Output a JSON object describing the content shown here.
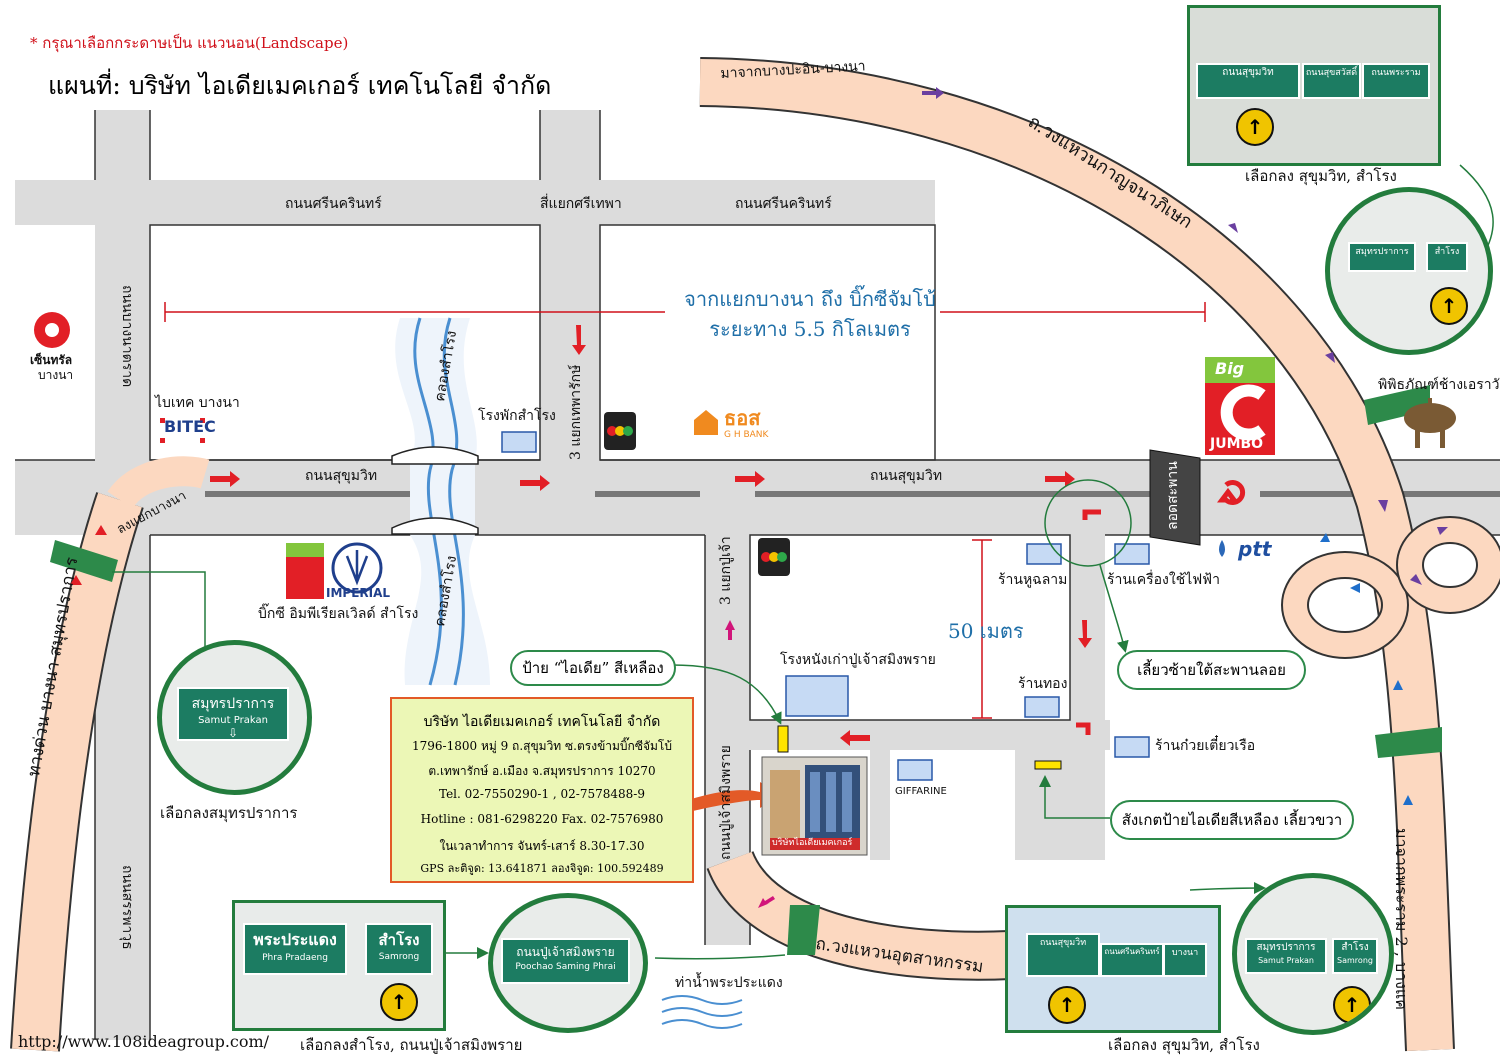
{
  "note": "* กรุณาเลือกกระดาษเป็น แนวนอน(Landscape)",
  "title": "แผนที่: บริษัท ไอเดียเมคเกอร์ เทคโนโลยี จำกัด",
  "distance": {
    "line1": "จากแยกบางนา ถึง บิ๊กซีจัมโบ้",
    "line2": "ระยะทาง 5.5 กิโลเมตร"
  },
  "roads": {
    "srinakarin_left": "ถนนศรีนครินทร์",
    "srinakarin_right": "ถนนศรีนครินทร์",
    "sithepha": "สี่แยกศรีเทพา",
    "sukhumvit_left": "ถนนสุขุมวิท",
    "sukhumvit_right": "ถนนสุขุมวิท",
    "bangna_trad": "ถนนบางนาตราด",
    "sanphawut": "ถนนสรรพาวุธ",
    "thepharak": "3 แยกเทพารักษ์",
    "pu_chao": "3 แยกปู่เจ้า",
    "pu_chao_road": "ถนนปู่เจ้าสมิงพราย",
    "bangna_intersection": "ลงแยกบางนา",
    "expressway": "ทางด่วน บางนา-สมุทรปราการ",
    "ring_kanchana": "ถ.วงแหวนกาญจนาภิเษก",
    "from_bangpa_in": "มาจากบางปะอิน-บางนา",
    "ring_industrial": "ถ.วงแหวนอุตสาหกรรม",
    "from_rama2": "มาจากพระราม 2 , บางแค",
    "under_bridge": "ลอดสะพาน",
    "canal_top": "คลองสำโรง",
    "canal_bottom": "คลองสำโรง",
    "pier": "ท่าน้ำพระประแดง"
  },
  "landmarks": {
    "central": "เซ็นทรัล",
    "central_sub": "บางนา",
    "bitec_label": "ไบเทค บางนา",
    "bitec_logo": "BITEC",
    "samrong_hospital": "โรงพักสำโรง",
    "gh_bank": "ธอส",
    "gh_bank_sub": "G H BANK",
    "bigc_jumbo_top": "Big",
    "bigc_jumbo": "JUMBO",
    "erawan": "พิพิธภัณฑ์ช้างเอราวัณ",
    "ptt": "ptt",
    "imperial_logo": "IMPERIAL",
    "bigc_imperial": "บิ๊กซี อิมพีเรียลเวิลด์ สำโรง",
    "hu_chalam": "ร้านหูฉลาม",
    "electric_shop": "ร้านเครื่องใช้ไฟฟ้า",
    "fifty_m": "50 เมตร",
    "gold_shop": "ร้านทอง",
    "old_cinema": "โรงหนังเก่าปู่เจ้าสมิงพราย",
    "noodle_shop": "ร้านก๋วยเตี๋ยวเรือ",
    "giffarine": "GIFFARINE",
    "building_sign": "บริษัทไอเดียเมคเกอร์"
  },
  "bubbles": {
    "yellow_sign": "ป้าย “ไอเดีย” สีเหลือง",
    "turn_left": "เลี้ยวซ้ายใต้สะพานลอย",
    "turn_right": "สังเกตป้ายไอเดียสีเหลือง เลี้ยวขวา"
  },
  "company": {
    "name": "บริษัท ไอเดียเมคเกอร์ เทคโนโลยี จำกัด",
    "address1": "1796-1800 หมู่ 9 ถ.สุขุมวิท ซ.ตรงข้ามบิ๊กซีจัมโบ้",
    "address2": "ต.เทพารักษ์ อ.เมือง จ.สมุทรปราการ 10270",
    "tel": "Tel. 02-7550290-1 , 02-7578488-9",
    "hotline": "Hotline : 081-6298220 Fax. 02-7576980",
    "hours": "ในเวลาทำการ จันทร์-เสาร์ 8.30-17.30",
    "gps": "GPS ละติจูด: 13.641871 ลองจิจูด: 100.592489"
  },
  "signs": {
    "samut_prakan_th": "สมุทรปราการ",
    "samut_prakan_en": "Samut Prakan",
    "phra_pradaeng_th": "พระประแดง",
    "phra_pradaeng_en": "Phra Pradaeng",
    "samrong_th": "สำโรง",
    "samrong_en": "Samrong",
    "poochao_th": "ถนนปู่เจ้าสมิงพราย",
    "poochao_en": "Poochao Saming Phrai",
    "sukhumvit_sign": "ถนนสุขุมวิท",
    "sukhumvit_sign_2": "ถนนสุขุมวิท",
    "srinakarin_sign": "ถนนศรีนครินทร์",
    "bangna_sign": "บางนา",
    "suksawat_sign": "ถนนสุขสวัสดิ์",
    "rama2_sign": "ถนนพระราม"
  },
  "captions": {
    "top_right": "เลือกลง สุขุมวิท, สำโรง",
    "left": "เลือกลงสมุทรปราการ",
    "bottom_left": "เลือกลงสำโรง, ถนนปู่เจ้าสมิงพราย",
    "bottom_right": "เลือกลง สุขุมวิท, สำโรง"
  },
  "url": "http://www.108ideagroup.com/",
  "colors": {
    "road": "#dcdcdc",
    "ring": "#fcd8c0",
    "canal": "#4a8fd1",
    "accent_green": "#237c3d",
    "arrow_red": "#e21f26",
    "arrow_purple": "#6a3fa0"
  }
}
